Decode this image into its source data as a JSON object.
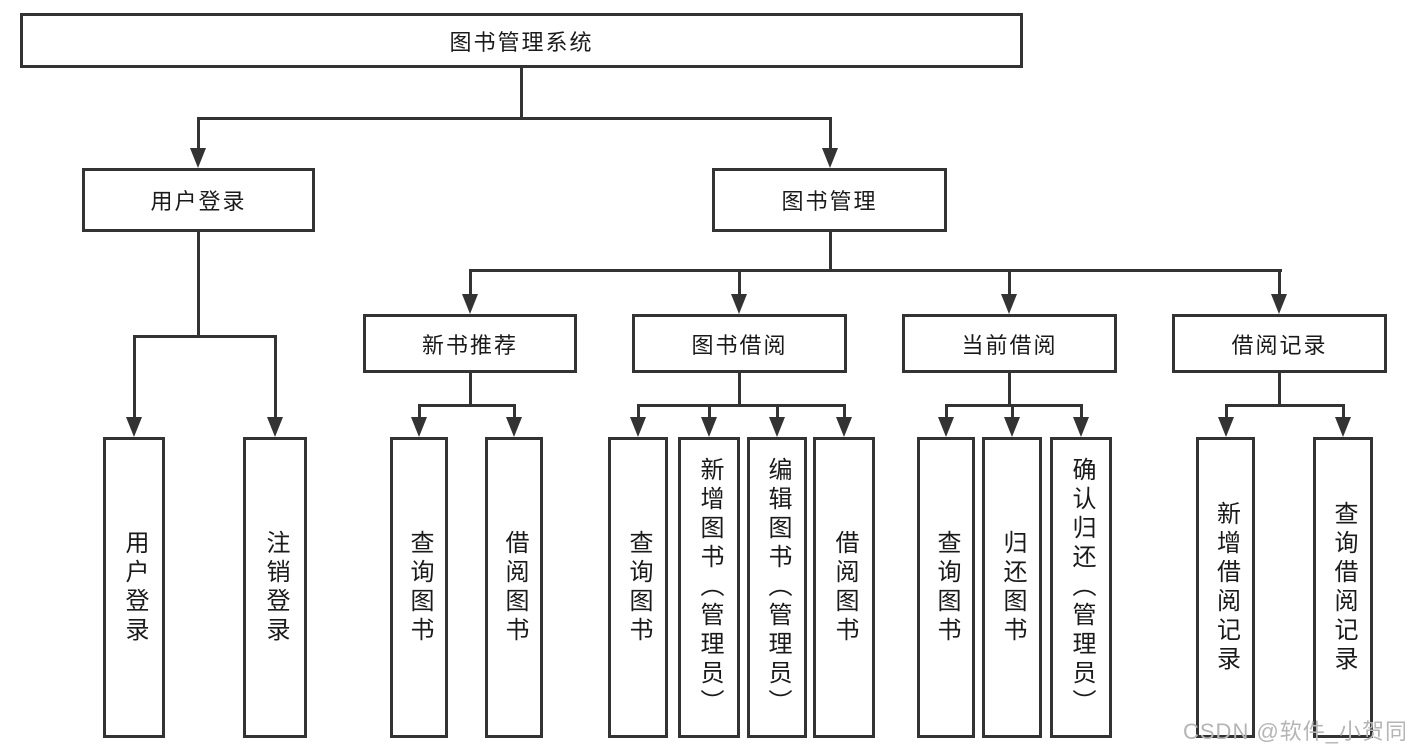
{
  "diagram": {
    "root": "图书管理系统",
    "branches": [
      {
        "label": "用户登录",
        "children": [
          "用户登录",
          "注销登录"
        ]
      },
      {
        "label": "图书管理",
        "children": [
          {
            "label": "新书推荐",
            "children": [
              "查询图书",
              "借阅图书"
            ]
          },
          {
            "label": "图书借阅",
            "children": [
              "查询图书",
              "新增图书（管理员）",
              "编辑图书（管理员）",
              "借阅图书"
            ]
          },
          {
            "label": "当前借阅",
            "children": [
              "查询图书",
              "归还图书",
              "确认归还（管理员）"
            ]
          },
          {
            "label": "借阅记录",
            "children": [
              "新增借阅记录",
              "查询借阅记录"
            ]
          }
        ]
      }
    ]
  },
  "watermark": "CSDN @软件_小贺同学",
  "colors": {
    "line": "#333333",
    "text": "#1a1a1a",
    "watermark": "#b5b5b5",
    "background": "#ffffff"
  }
}
